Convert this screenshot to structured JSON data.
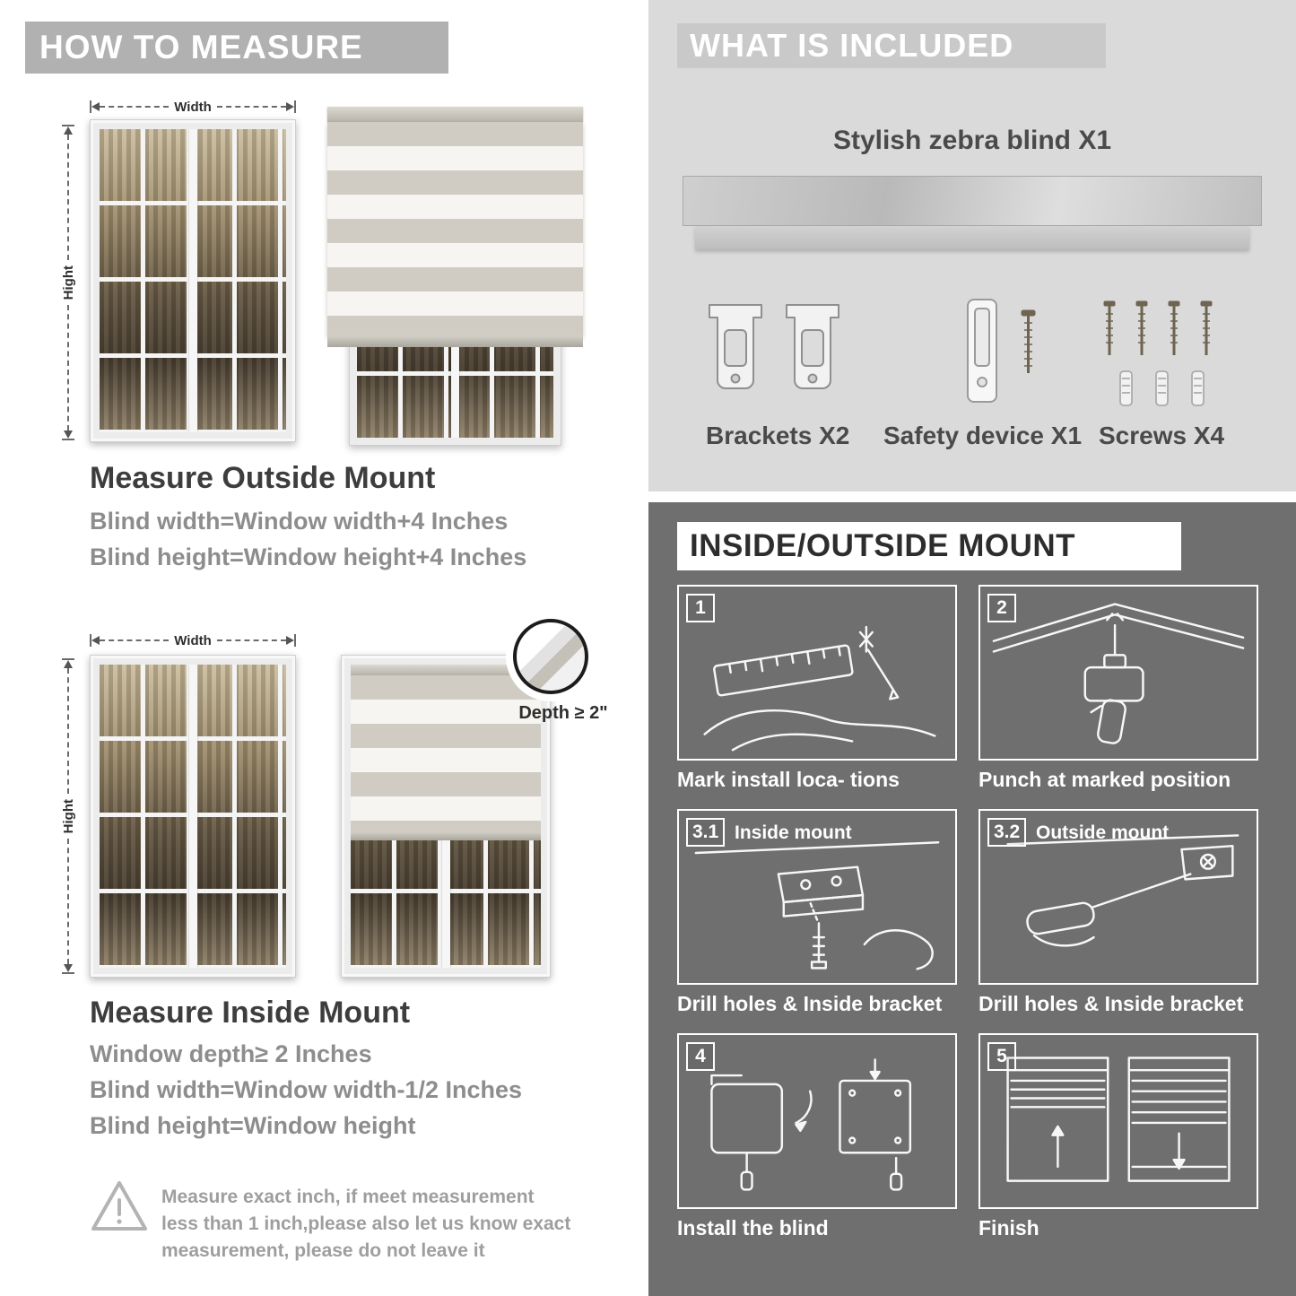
{
  "colors": {
    "left_header_bg": "#b1b1b1",
    "included_bg": "#dadada",
    "included_header_bg": "#c9c9c9",
    "dark_section_bg": "#6f6f6f",
    "title_text": "#3d3d3d",
    "body_text": "#8d8d8d"
  },
  "left": {
    "header": "HOW TO MEASURE",
    "outside": {
      "width_label": "Width",
      "height_label": "Hight",
      "title": "Measure Outside Mount",
      "line1": "Blind width=Window width+4 Inches",
      "line2": "Blind height=Window height+4 Inches"
    },
    "inside": {
      "width_label": "Width",
      "height_label": "Hight",
      "depth_label": "Depth ≥ 2\"",
      "title": "Measure Inside Mount",
      "line1": "Window depth≥ 2 Inches",
      "line2": "Blind width=Window width-1/2 Inches",
      "line3": "Blind height=Window height"
    },
    "warning": "Measure exact inch, if meet measurement less than 1 inch,please also let us know exact measurement, please do not leave it"
  },
  "included": {
    "header": "WHAT IS INCLUDED",
    "product": "Stylish zebra blind X1",
    "items": [
      {
        "label": "Brackets X2",
        "icon": "brackets-icon"
      },
      {
        "label": "Safety device X1",
        "icon": "safety-device-icon"
      },
      {
        "label": "Screws X4",
        "icon": "screws-icon"
      }
    ]
  },
  "mount": {
    "header": "INSIDE/OUTSIDE MOUNT",
    "steps": [
      {
        "num": "1",
        "title": "",
        "caption": "Mark install loca- tions"
      },
      {
        "num": "2",
        "title": "",
        "caption": "Punch at  marked position"
      },
      {
        "num": "3.1",
        "title": "Inside mount",
        "caption": "Drill holes &  Inside bracket"
      },
      {
        "num": "3.2",
        "title": "Outside mount",
        "caption": "Drill holes &  Inside bracket"
      },
      {
        "num": "4",
        "title": "",
        "caption": "Install the blind"
      },
      {
        "num": "5",
        "title": "",
        "caption": "Finish"
      }
    ]
  }
}
